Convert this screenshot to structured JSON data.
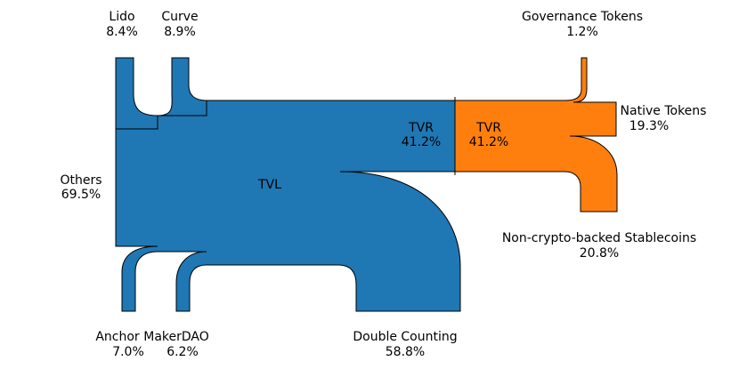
{
  "chart_data": {
    "type": "sankey",
    "colors": {
      "tvl": "#1f77b4",
      "tvr": "#ff7f0e"
    },
    "diagrams": [
      {
        "center_label": "TVL",
        "inputs": [
          {
            "label": "Lido",
            "value": "8.4%",
            "share": 8.4
          },
          {
            "label": "Curve",
            "value": "8.9%",
            "share": 8.9
          },
          {
            "label": "Others",
            "value": "69.5%",
            "share": 69.5
          },
          {
            "label": "Anchor",
            "value": "7.0%",
            "share": 7.0
          },
          {
            "label": "MakerDAO",
            "value": "6.2%",
            "share": 6.2
          }
        ],
        "outputs": [
          {
            "label": "TVR",
            "value": "41.2%",
            "share": 41.2
          },
          {
            "label": "Double Counting",
            "value": "58.8%",
            "share": 58.8
          }
        ]
      },
      {
        "inputs": [
          {
            "label": "TVR",
            "value": "41.2%",
            "share": 41.2
          }
        ],
        "outputs": [
          {
            "label": "Governance Tokens",
            "value": "1.2%",
            "share": 1.2
          },
          {
            "label": "Native Tokens",
            "value": "19.3%",
            "share": 19.3
          },
          {
            "label": "Non-crypto-backed Stablecoins",
            "value": "20.8%",
            "share": 20.8
          }
        ]
      }
    ]
  }
}
